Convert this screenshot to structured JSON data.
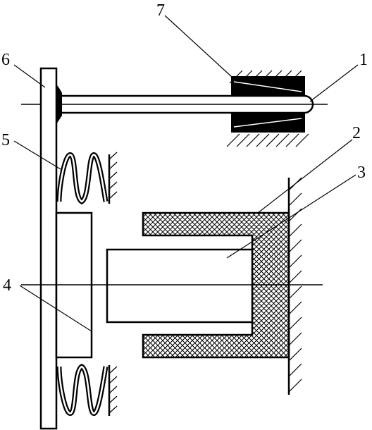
{
  "labels": {
    "p1": "1",
    "p2": "2",
    "p3": "3",
    "p4": "4",
    "p5": "5",
    "p6": "6",
    "p7": "7"
  },
  "colors": {
    "ink": "#000000",
    "paper": "#ffffff"
  }
}
